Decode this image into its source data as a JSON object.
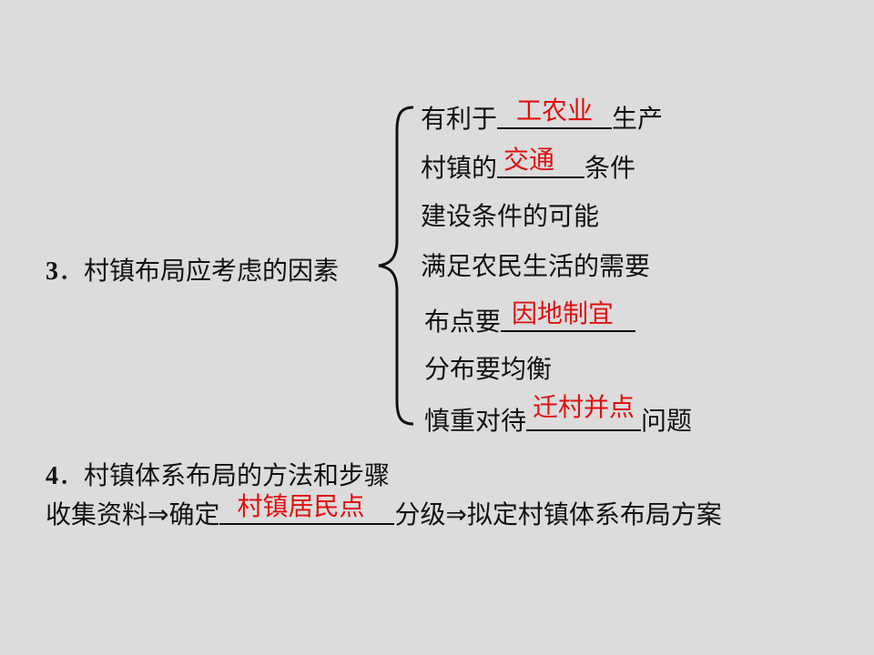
{
  "section3": {
    "number": "3",
    "heading": "．村镇布局应考虑的因素",
    "items": [
      {
        "before": "有利于",
        "answer": "工农业",
        "after": "生产"
      },
      {
        "before": "村镇的",
        "answer": "交通",
        "after": "条件"
      },
      {
        "text": "建设条件的可能"
      },
      {
        "text": "满足农民生活的需要"
      },
      {
        "before": "布点要",
        "answer": "因地制宜",
        "after": ""
      },
      {
        "text": "分布要均衡"
      },
      {
        "before": "慎重对待",
        "answer": "迁村并点",
        "after": "问题"
      }
    ]
  },
  "section4": {
    "number": "4",
    "heading": "．村镇体系布局的方法和步骤",
    "step_before": "收集资料⇒确定",
    "answer": "村镇居民点",
    "step_after": "分级⇒拟定村镇体系布局方案"
  },
  "colors": {
    "background": "#dcdcdc",
    "text": "#111111",
    "answer": "#e01010"
  }
}
